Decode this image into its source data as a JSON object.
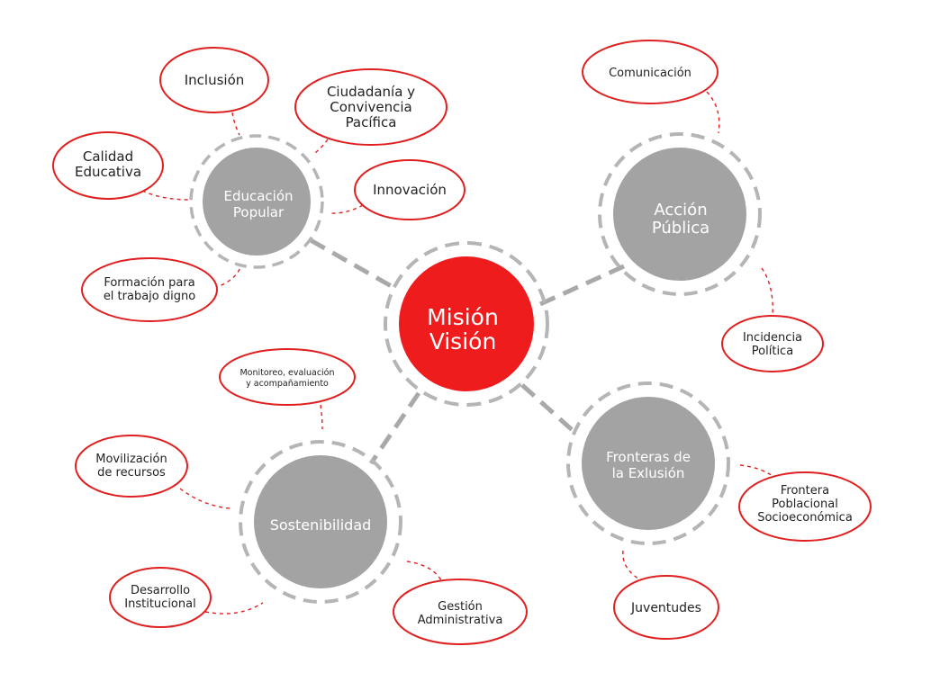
{
  "colors": {
    "accent_red": "#ee1c1c",
    "hub_gray": "#a3a3a3",
    "ring_gray": "#b5b5b5",
    "leaf_border_red": "#e02020",
    "leaf_text": "#222222",
    "hub_text": "#ffffff"
  },
  "center": {
    "line1": "Misión",
    "line2": "Visión"
  },
  "hubs": {
    "educacion": {
      "line1": "Educación",
      "line2": "Popular"
    },
    "accion": {
      "line1": "Acción",
      "line2": "Pública"
    },
    "sostenibilidad": {
      "line1": "Sostenibilidad"
    },
    "fronteras": {
      "line1": "Fronteras de",
      "line2": "la Exlusión"
    }
  },
  "leaves": {
    "inclusion": {
      "line1": "Inclusión"
    },
    "ciudadania": {
      "line1": "Ciudadanía y",
      "line2": "Convivencia",
      "line3": "Pacífica"
    },
    "calidad": {
      "line1": "Calidad",
      "line2": "Educativa"
    },
    "innovacion": {
      "line1": "Innovación"
    },
    "formacion": {
      "line1": "Formación para",
      "line2": "el trabajo digno"
    },
    "comunicacion": {
      "line1": "Comunicación"
    },
    "incidencia": {
      "line1": "Incidencia",
      "line2": "Política"
    },
    "monitoreo": {
      "line1": "Monitoreo, evaluación",
      "line2": "y acompañamiento"
    },
    "movilizacion": {
      "line1": "Movilización",
      "line2": "de recursos"
    },
    "desarrollo": {
      "line1": "Desarrollo",
      "line2": "Institucional"
    },
    "gestion": {
      "line1": "Gestión",
      "line2": "Administrativa"
    },
    "frontera_pob": {
      "line1": "Frontera",
      "line2": "Poblacional",
      "line3": "Socioeconómica"
    },
    "juventudes": {
      "line1": "Juventudes"
    }
  }
}
